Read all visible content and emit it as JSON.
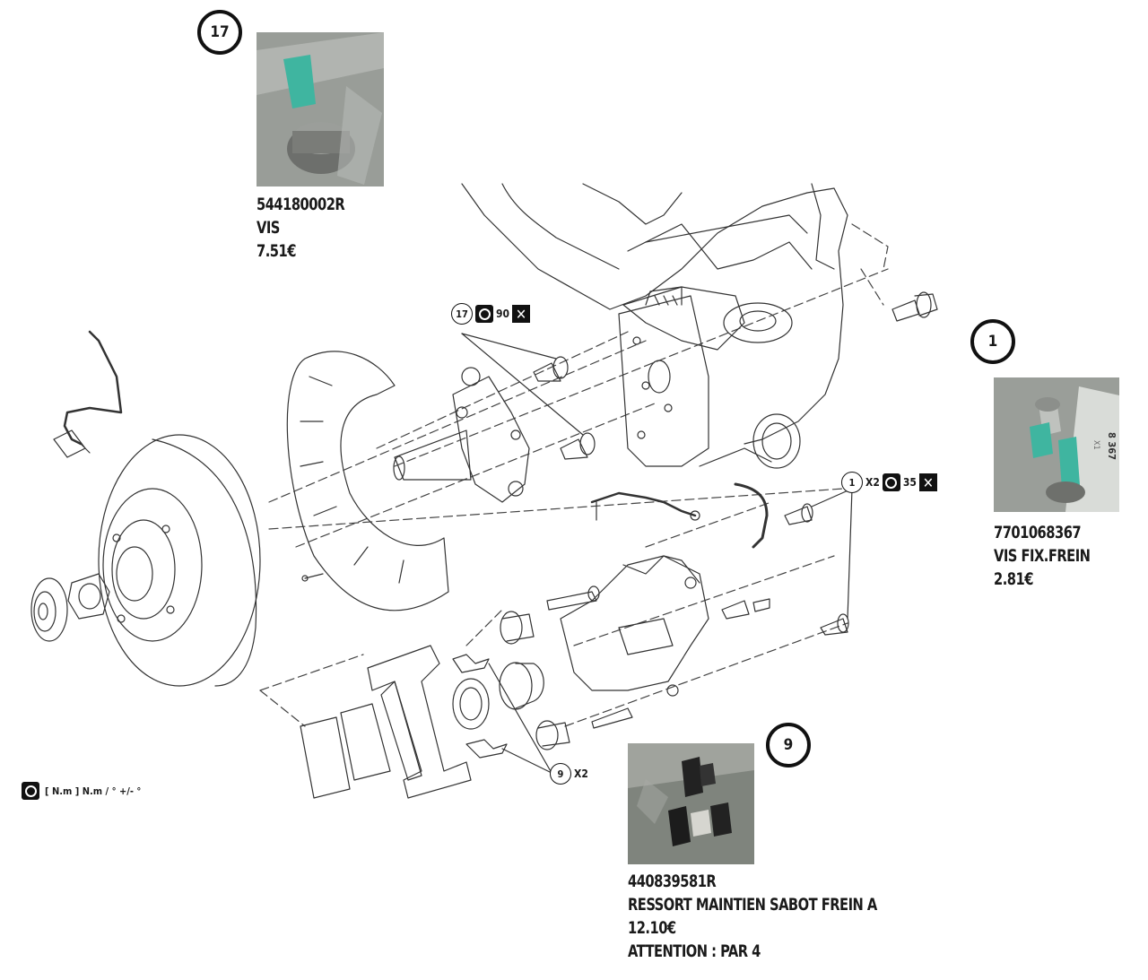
{
  "parts": [
    {
      "ref": "17",
      "reference": "544180002R",
      "designation": "VIS",
      "price": "7.51€",
      "note": ""
    },
    {
      "ref": "1",
      "reference": "7701068367",
      "designation": "VIS FIX.FREIN",
      "price": "2.81€",
      "note": ""
    },
    {
      "ref": "9",
      "reference": "440839581R",
      "designation": "RESSORT MAINTIEN SABOT FREIN A",
      "price": "12.10€",
      "note": "ATTENTION : PAR 4"
    }
  ],
  "callouts": [
    {
      "ref": "17",
      "torque_value": "90",
      "qty": ""
    },
    {
      "ref": "1",
      "qty": "X2",
      "torque_value": "35"
    },
    {
      "ref": "9",
      "qty": "X2",
      "torque_value": ""
    }
  ],
  "legend": {
    "text": "[ N.m ] N.m / ° +/- °"
  },
  "photo_label": {
    "text": "8 367"
  },
  "colors": {
    "ink": "#111111",
    "line": "#333333",
    "photo_bg": "#8a8f8a",
    "photo_green": "#3fb5a0"
  }
}
